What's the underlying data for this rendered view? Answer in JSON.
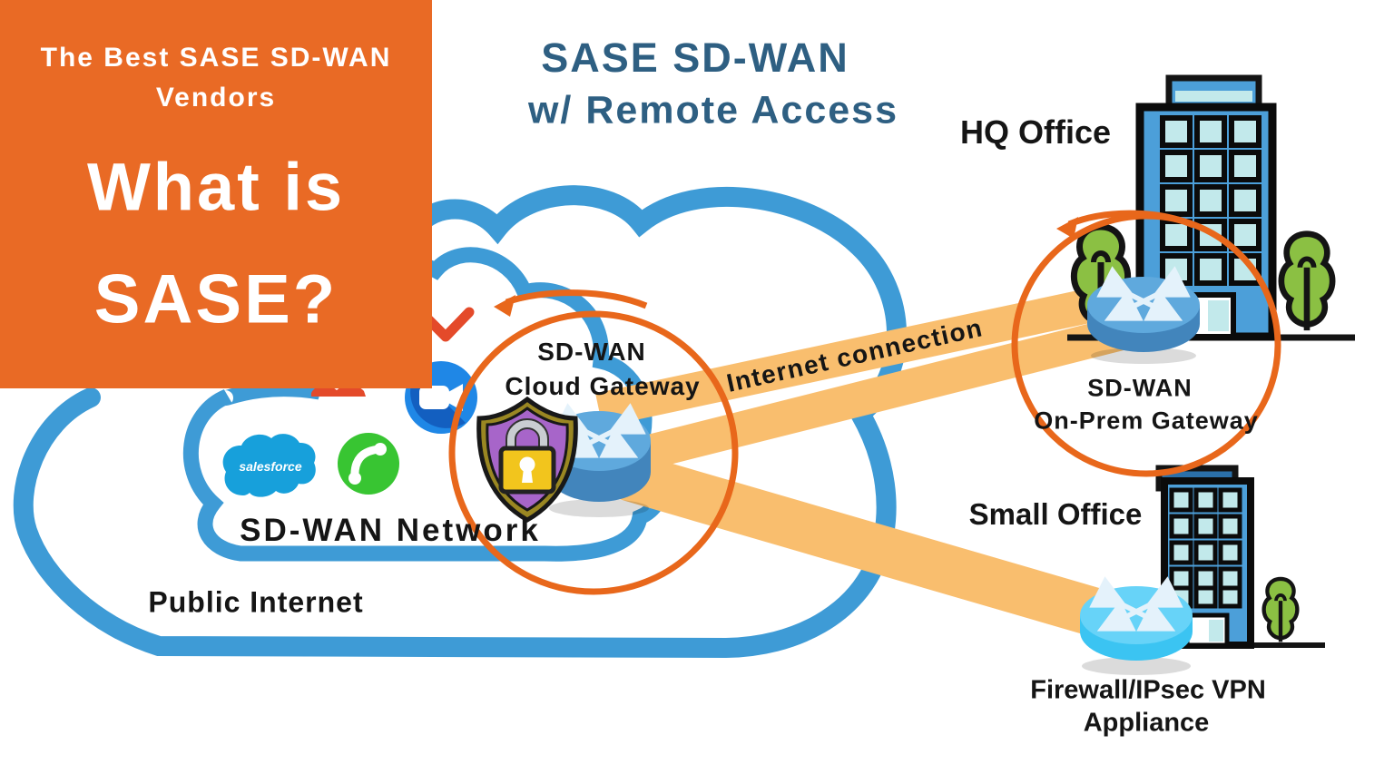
{
  "banner": {
    "topline1": "The Best SASE SD-WAN",
    "topline2": "Vendors",
    "headline_line1": "What is",
    "headline_line2": "SASE?"
  },
  "diagram_title": {
    "line1": "SASE SD-WAN",
    "line2": "w/ Remote Access"
  },
  "sites": {
    "hq_label": "HQ Office",
    "small_label": "Small Office"
  },
  "nodes": {
    "cloud_gateway_line1": "SD-WAN",
    "cloud_gateway_line2": "Cloud Gateway",
    "onprem_gateway_line1": "SD-WAN",
    "onprem_gateway_line2": "On-Prem Gateway",
    "firewall_line1": "Firewall/IPsec VPN",
    "firewall_line2": "Appliance"
  },
  "networks": {
    "sdwan_network": "SD-WAN Network",
    "public_internet": "Public Internet"
  },
  "links": {
    "internet_connection": "Internet connection"
  },
  "apps": {
    "salesforce": "salesforce"
  },
  "icons": [
    "security-shield-lock-icon",
    "router-icon",
    "zoom-video-icon",
    "phone-icon",
    "salesforce-cloud-icon",
    "office-building-icon",
    "tree-icon"
  ],
  "colors": {
    "banner_orange": "#E96A25",
    "title_blue": "#2E5F82",
    "cloud_blue": "#3E9BD6",
    "beam_orange": "#F9BE6E",
    "annotation_orange": "#E8671B",
    "building_blue": "#4C9FD9",
    "window_teal": "#C2E9EB",
    "tree_green": "#8BC043",
    "router_blue": "#4285BC",
    "router_top_blue": "#5FA9DD",
    "router_light_blue": "#3BC4F2",
    "shield_purple": "#A765C9",
    "padlock_yellow": "#F2C51D",
    "zoom_blue": "#1F87E6",
    "phone_green": "#38C532",
    "salesforce_blue": "#17A0DB",
    "label_black": "#151515"
  }
}
